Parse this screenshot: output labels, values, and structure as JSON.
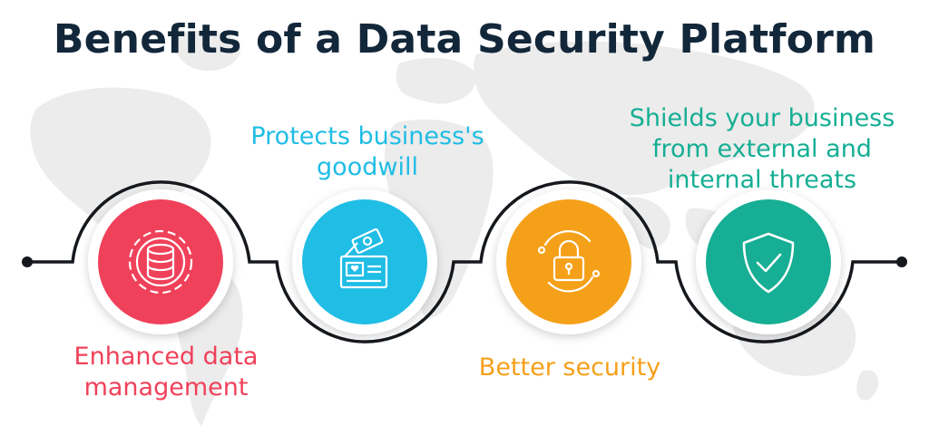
{
  "title": "Benefits of a Data Security Platform",
  "benefits": [
    {
      "label": "Enhanced data management",
      "color": "#f0415a",
      "icon": "database-gear-icon"
    },
    {
      "label": "Protects business's goodwill",
      "color": "#20bde5",
      "icon": "wallet-money-icon"
    },
    {
      "label": "Better security",
      "color": "#f5a019",
      "icon": "padlock-icon"
    },
    {
      "label": "Shields your business from external and internal threats",
      "color": "#16ae94",
      "icon": "shield-check-icon"
    }
  ],
  "colors": {
    "title": "#13273a",
    "line": "#15181c",
    "map": "#ececec"
  }
}
